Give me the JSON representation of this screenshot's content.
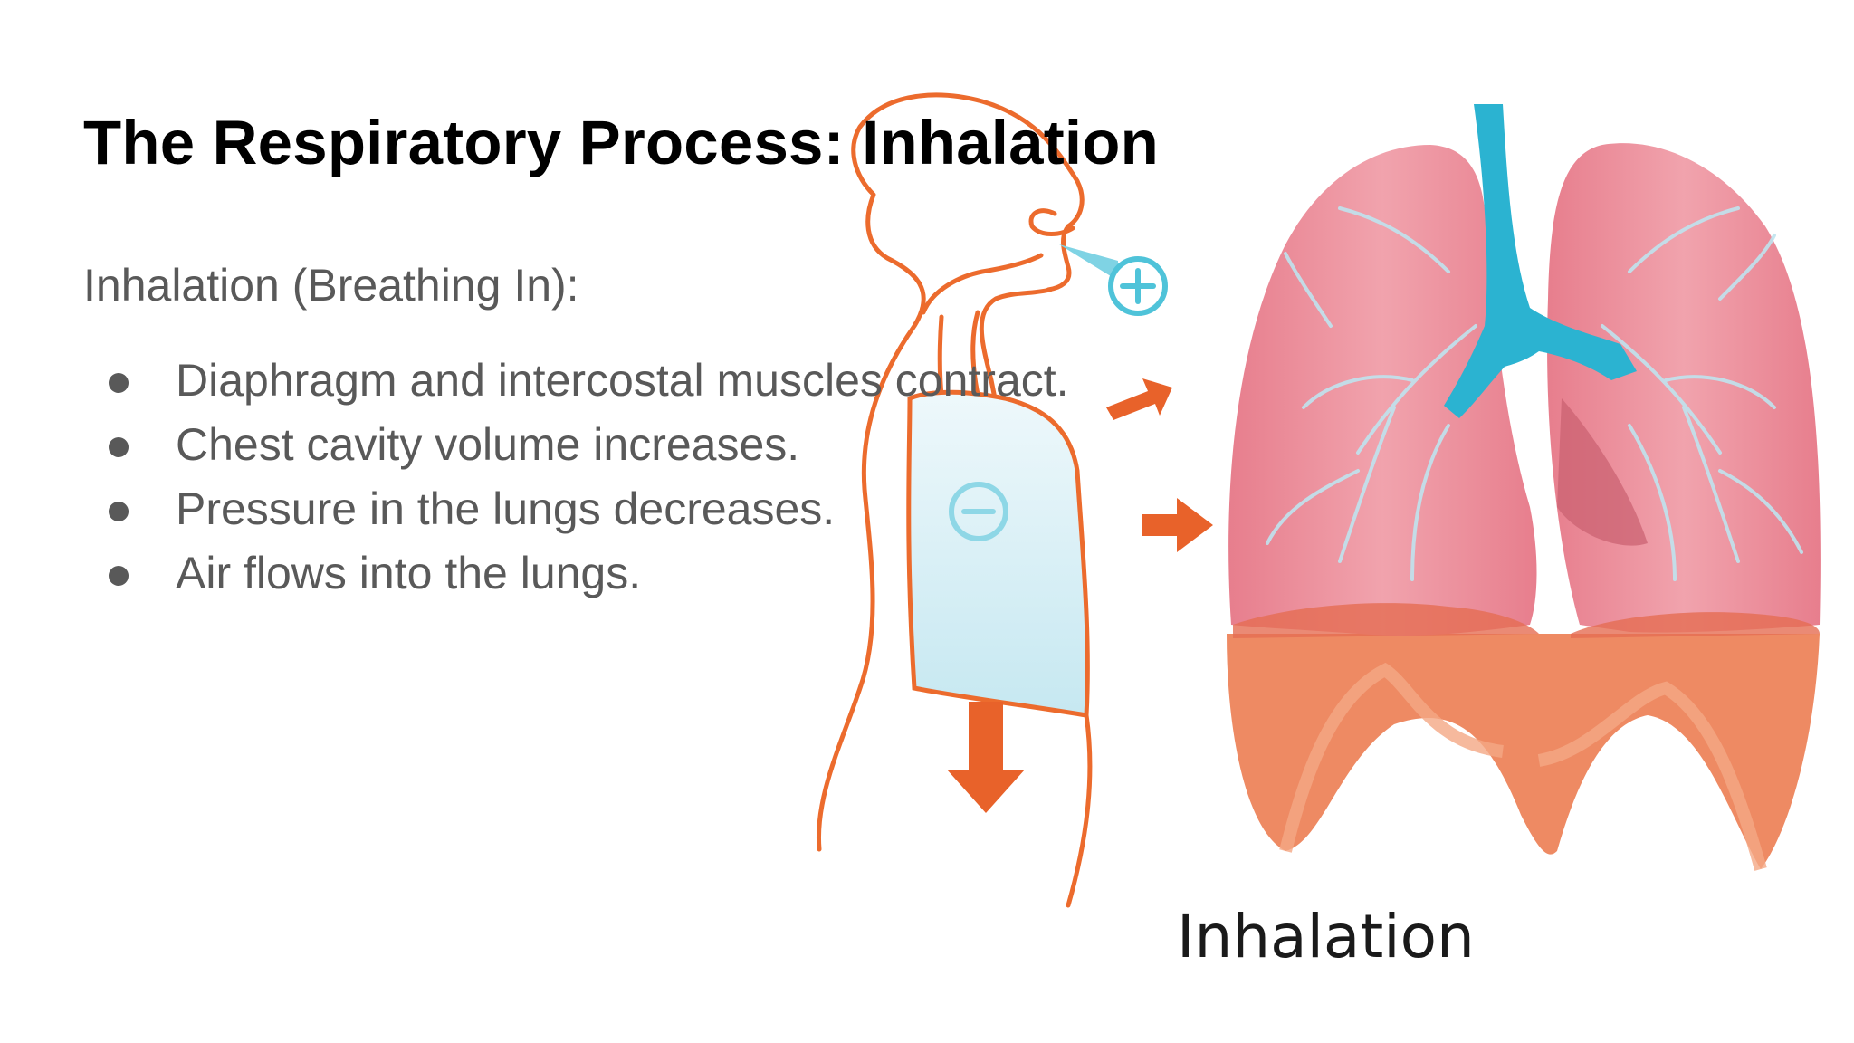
{
  "slide": {
    "title": "The Respiratory Process: Inhalation",
    "subtitle": "Inhalation (Breathing In):",
    "bullets": [
      "Diaphragm and intercostal muscles contract.",
      "Chest cavity volume increases.",
      "Pressure in the lungs decreases.",
      "Air flows into the lungs."
    ]
  },
  "illustration": {
    "caption": "Inhalation",
    "icons": [
      "plus-icon",
      "minus-icon",
      "arrow-right-icon",
      "arrow-down-icon"
    ],
    "colors": {
      "outline": "#ec6b2d",
      "arrow": "#e8622a",
      "air": "#4fc3d9",
      "chest_fill": "#cfeef5",
      "lung": "#e9818f",
      "diaphragm": "#ee8a63",
      "trachea": "#2bb3d1"
    }
  }
}
